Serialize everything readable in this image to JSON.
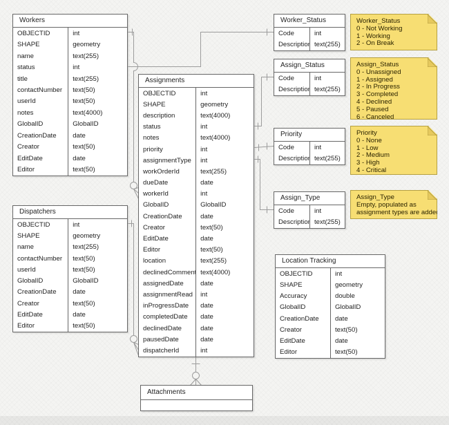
{
  "colors": {
    "background": "#F4F4F2",
    "table_border": "#666666",
    "connector": "#9C9C9C",
    "text": "#1F1F1F",
    "note_fill": "#F7DE73",
    "note_border": "#B5A042",
    "note_fold": "#E6C95E"
  },
  "entities": {
    "workers": {
      "title": "Workers",
      "fields": [
        {
          "name": "OBJECTID",
          "type": "int"
        },
        {
          "name": "SHAPE",
          "type": "geometry"
        },
        {
          "name": "name",
          "type": "text(255)"
        },
        {
          "name": "status",
          "type": "int"
        },
        {
          "name": "title",
          "type": "text(255)"
        },
        {
          "name": "contactNumber",
          "type": "text(50)"
        },
        {
          "name": "userId",
          "type": "text(50)"
        },
        {
          "name": "notes",
          "type": "text(4000)"
        },
        {
          "name": "GlobalID",
          "type": "GlobalID"
        },
        {
          "name": "CreationDate",
          "type": "date"
        },
        {
          "name": "Creator",
          "type": "text(50)"
        },
        {
          "name": "EditDate",
          "type": "date"
        },
        {
          "name": "Editor",
          "type": "text(50)"
        }
      ]
    },
    "dispatchers": {
      "title": "Dispatchers",
      "fields": [
        {
          "name": "OBJECTID",
          "type": "int"
        },
        {
          "name": "SHAPE",
          "type": "geometry"
        },
        {
          "name": "name",
          "type": "text(255)"
        },
        {
          "name": "contactNumber",
          "type": "text(50)"
        },
        {
          "name": "userId",
          "type": "text(50)"
        },
        {
          "name": "GlobalID",
          "type": "GlobalID"
        },
        {
          "name": "CreationDate",
          "type": "date"
        },
        {
          "name": "Creator",
          "type": "text(50)"
        },
        {
          "name": "EditDate",
          "type": "date"
        },
        {
          "name": "Editor",
          "type": "text(50)"
        }
      ]
    },
    "assignments": {
      "title": "Assignments",
      "fields": [
        {
          "name": "OBJECTID",
          "type": "int"
        },
        {
          "name": "SHAPE",
          "type": "geometry"
        },
        {
          "name": "description",
          "type": "text(4000)"
        },
        {
          "name": "status",
          "type": "int"
        },
        {
          "name": "notes",
          "type": "text(4000)"
        },
        {
          "name": "priority",
          "type": "int"
        },
        {
          "name": "assignmentType",
          "type": "int"
        },
        {
          "name": "workOrderId",
          "type": "text(255)"
        },
        {
          "name": "dueDate",
          "type": "date"
        },
        {
          "name": "workerId",
          "type": "int"
        },
        {
          "name": "GlobalID",
          "type": "GlobalID"
        },
        {
          "name": "CreationDate",
          "type": "date"
        },
        {
          "name": "Creator",
          "type": "text(50)"
        },
        {
          "name": "EditDate",
          "type": "date"
        },
        {
          "name": "Editor",
          "type": "text(50)"
        },
        {
          "name": "location",
          "type": "text(255)"
        },
        {
          "name": "declinedComment",
          "type": "text(4000)"
        },
        {
          "name": "assignedDate",
          "type": "date"
        },
        {
          "name": "assignmentRead",
          "type": "int"
        },
        {
          "name": "inProgressDate",
          "type": "date"
        },
        {
          "name": "completedDate",
          "type": "date"
        },
        {
          "name": "declinedDate",
          "type": "date"
        },
        {
          "name": "pausedDate",
          "type": "date"
        },
        {
          "name": "dispatcherId",
          "type": "int"
        }
      ]
    },
    "worker_status": {
      "title": "Worker_Status",
      "fields": [
        {
          "name": "Code",
          "type": "int"
        },
        {
          "name": "Description",
          "type": "text(255)"
        }
      ]
    },
    "assign_status": {
      "title": "Assign_Status",
      "fields": [
        {
          "name": "Code",
          "type": "int"
        },
        {
          "name": "Description",
          "type": "text(255)"
        }
      ]
    },
    "priority": {
      "title": "Priority",
      "fields": [
        {
          "name": "Code",
          "type": "int"
        },
        {
          "name": "Description",
          "type": "text(255)"
        }
      ]
    },
    "assign_type": {
      "title": "Assign_Type",
      "fields": [
        {
          "name": "Code",
          "type": "int"
        },
        {
          "name": "Description",
          "type": "text(255)"
        }
      ]
    },
    "location_tracking": {
      "title": "Location Tracking",
      "fields": [
        {
          "name": "OBJECTID",
          "type": "int"
        },
        {
          "name": "SHAPE",
          "type": "geometry"
        },
        {
          "name": "Accuracy",
          "type": "double"
        },
        {
          "name": "GlobalID",
          "type": "GlobalID"
        },
        {
          "name": "CreationDate",
          "type": "date"
        },
        {
          "name": "Creator",
          "type": "text(50)"
        },
        {
          "name": "EditDate",
          "type": "date"
        },
        {
          "name": "Editor",
          "type": "text(50)"
        }
      ]
    },
    "attachments": {
      "title": "Attachments",
      "fields": []
    }
  },
  "notes": {
    "worker_status": {
      "title": "Worker_Status",
      "lines": [
        "0 - Not Working",
        "1 - Working",
        "2 - On Break"
      ]
    },
    "assign_status": {
      "title": "Assign_Status",
      "lines": [
        "0 - Unassigned",
        "1 - Assigned",
        "2 - In Progress",
        "3 - Completed",
        "4 - Declined",
        "5 - Paused",
        "6 - Canceled"
      ]
    },
    "priority": {
      "title": "Priority",
      "lines": [
        "0 - None",
        "1 - Low",
        "2 - Medium",
        "3 - High",
        "4 - Critical"
      ]
    },
    "assign_type": {
      "title": "Assign_Type",
      "lines": [
        "Empty, populated as",
        "assignment types are added"
      ]
    }
  }
}
